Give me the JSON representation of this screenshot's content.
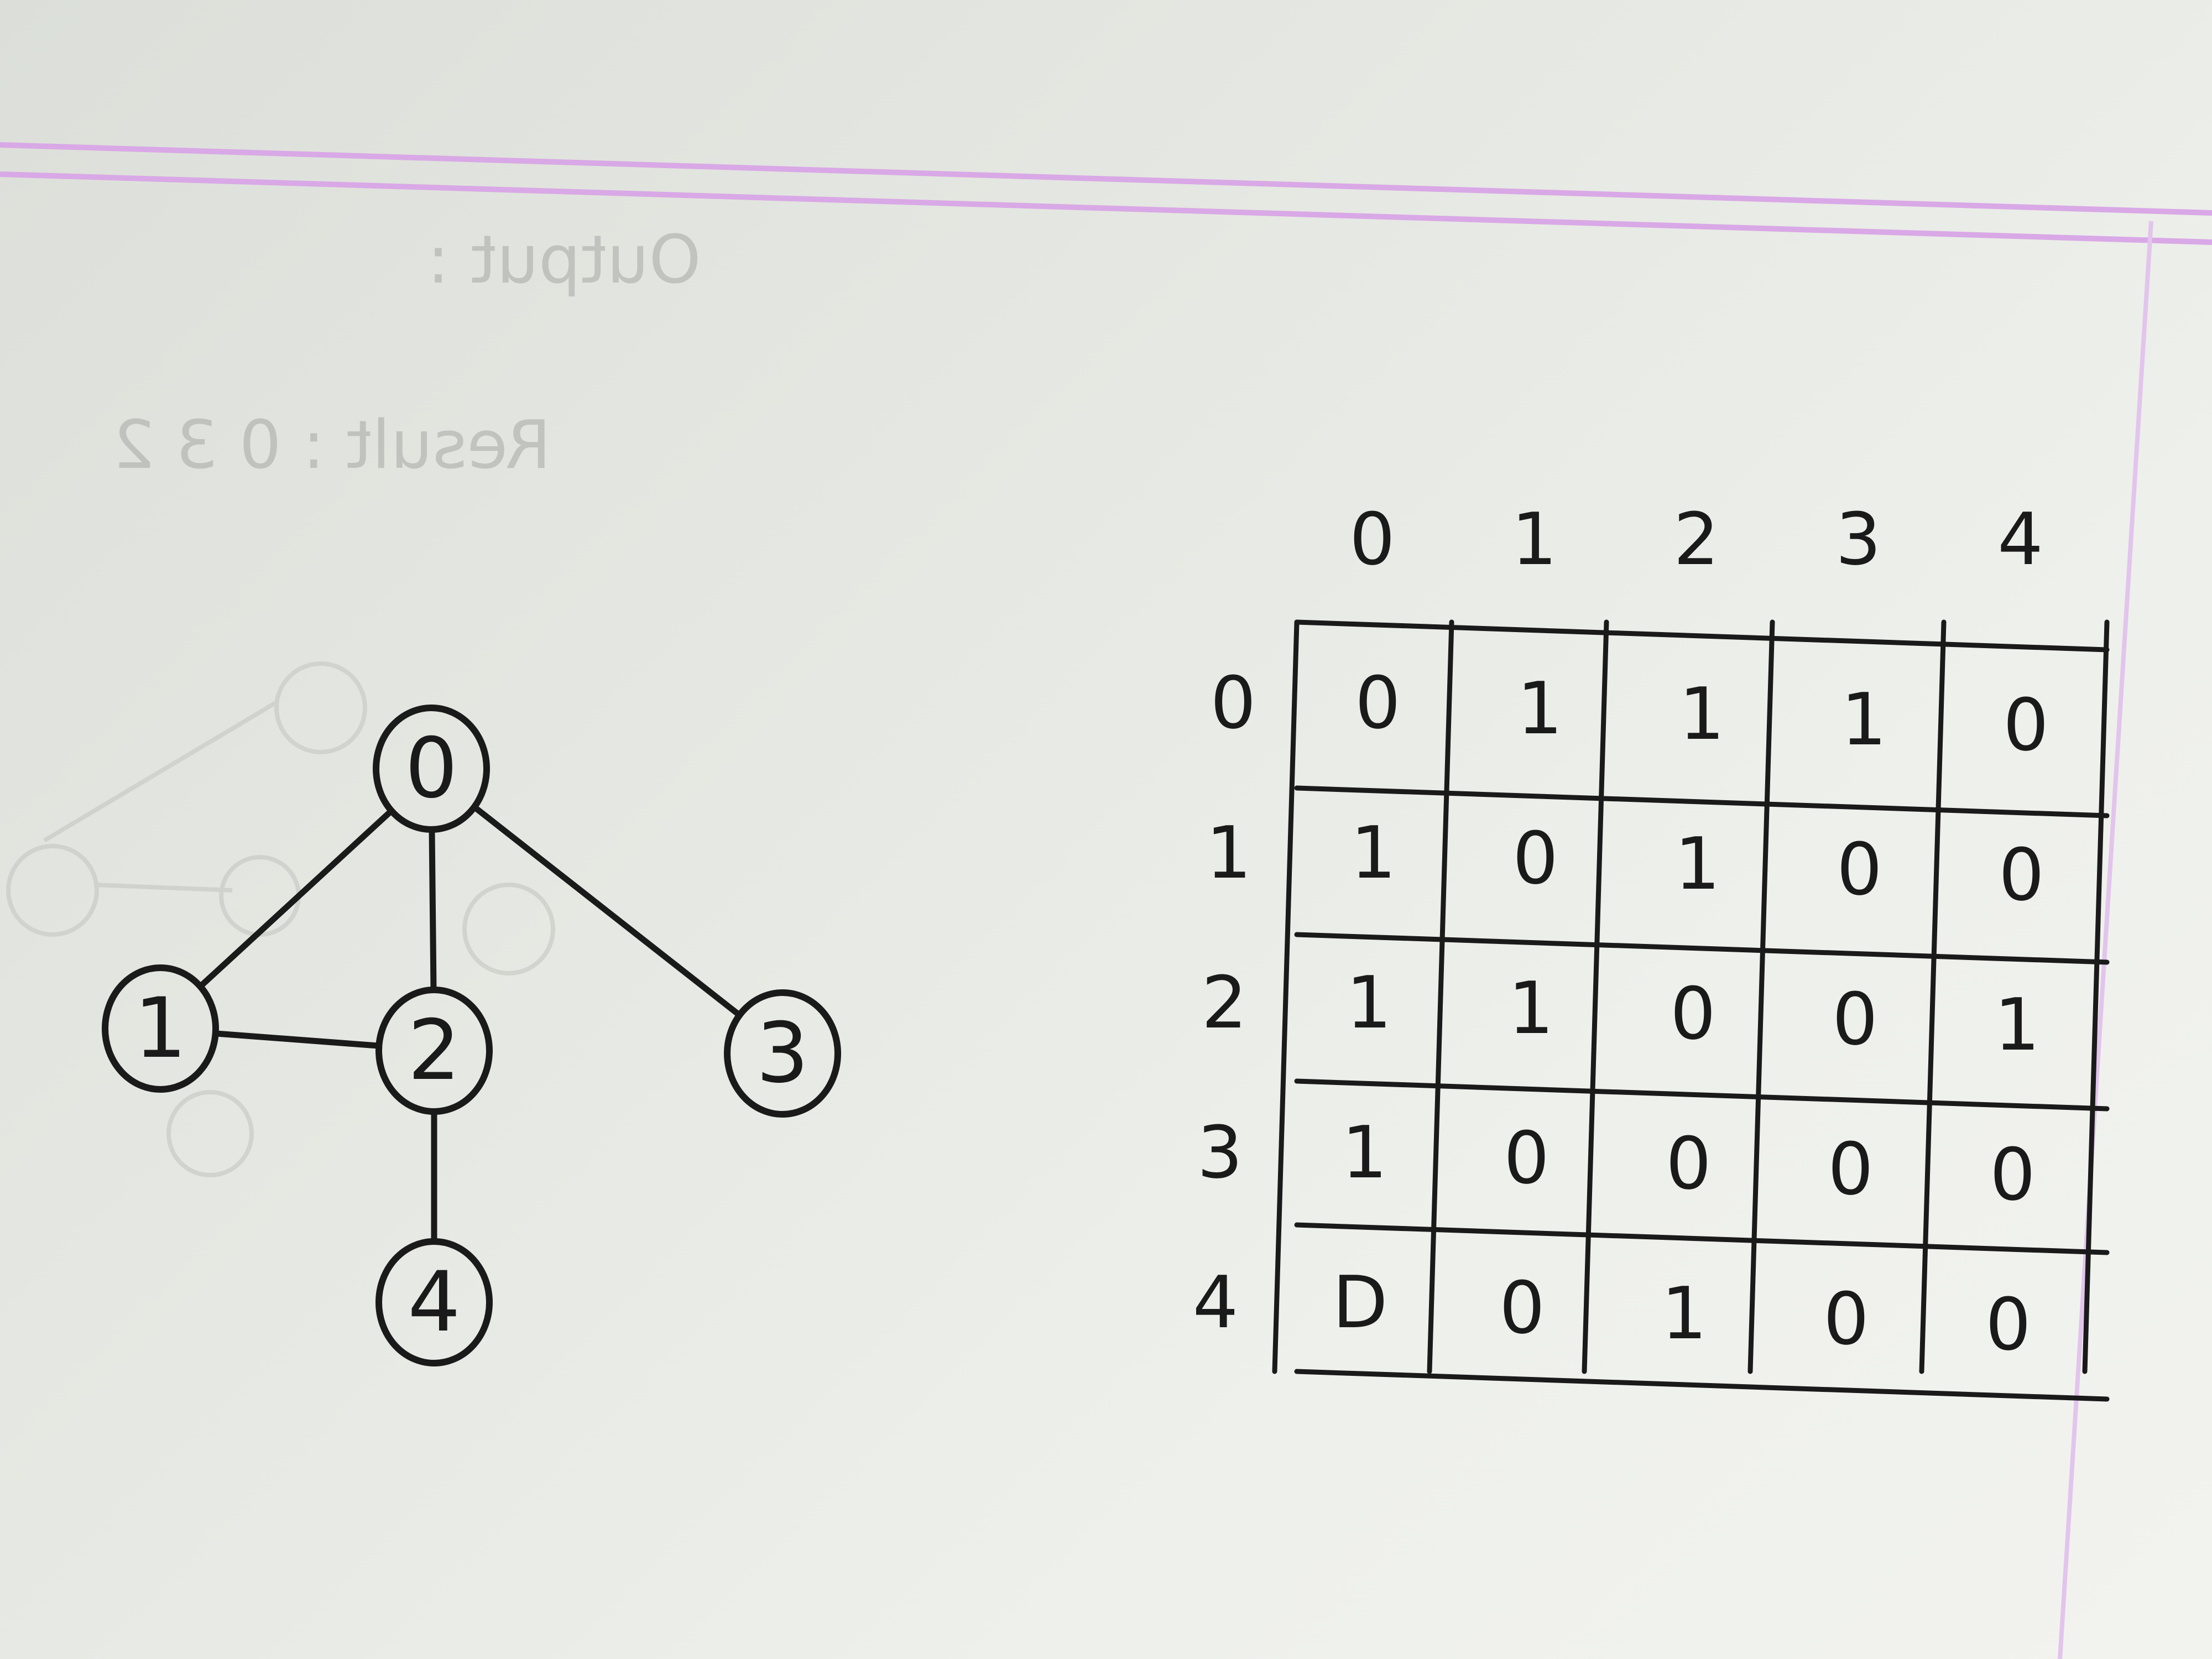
{
  "mirrored_ghost_text": {
    "line1": "Output :",
    "line2": "Result : 0 3 2"
  },
  "graph": {
    "nodes": [
      "0",
      "1",
      "2",
      "3",
      "4"
    ],
    "edges": [
      [
        "0",
        "1"
      ],
      [
        "0",
        "2"
      ],
      [
        "0",
        "3"
      ],
      [
        "1",
        "2"
      ],
      [
        "2",
        "4"
      ]
    ]
  },
  "matrix": {
    "column_headers": [
      "0",
      "1",
      "2",
      "3",
      "4"
    ],
    "row_headers": [
      "0",
      "1",
      "2",
      "3",
      "4"
    ],
    "rows": [
      [
        "0",
        "1",
        "1",
        "1",
        "0"
      ],
      [
        "1",
        "0",
        "1",
        "0",
        "0"
      ],
      [
        "1",
        "1",
        "0",
        "0",
        "1"
      ],
      [
        "1",
        "0",
        "0",
        "0",
        "0"
      ],
      [
        "D",
        "0",
        "1",
        "0",
        "0"
      ]
    ]
  },
  "colors": {
    "ink": "#1a1a1a",
    "margin_line": "#d9a8e6",
    "paper": "#e8eae5"
  }
}
